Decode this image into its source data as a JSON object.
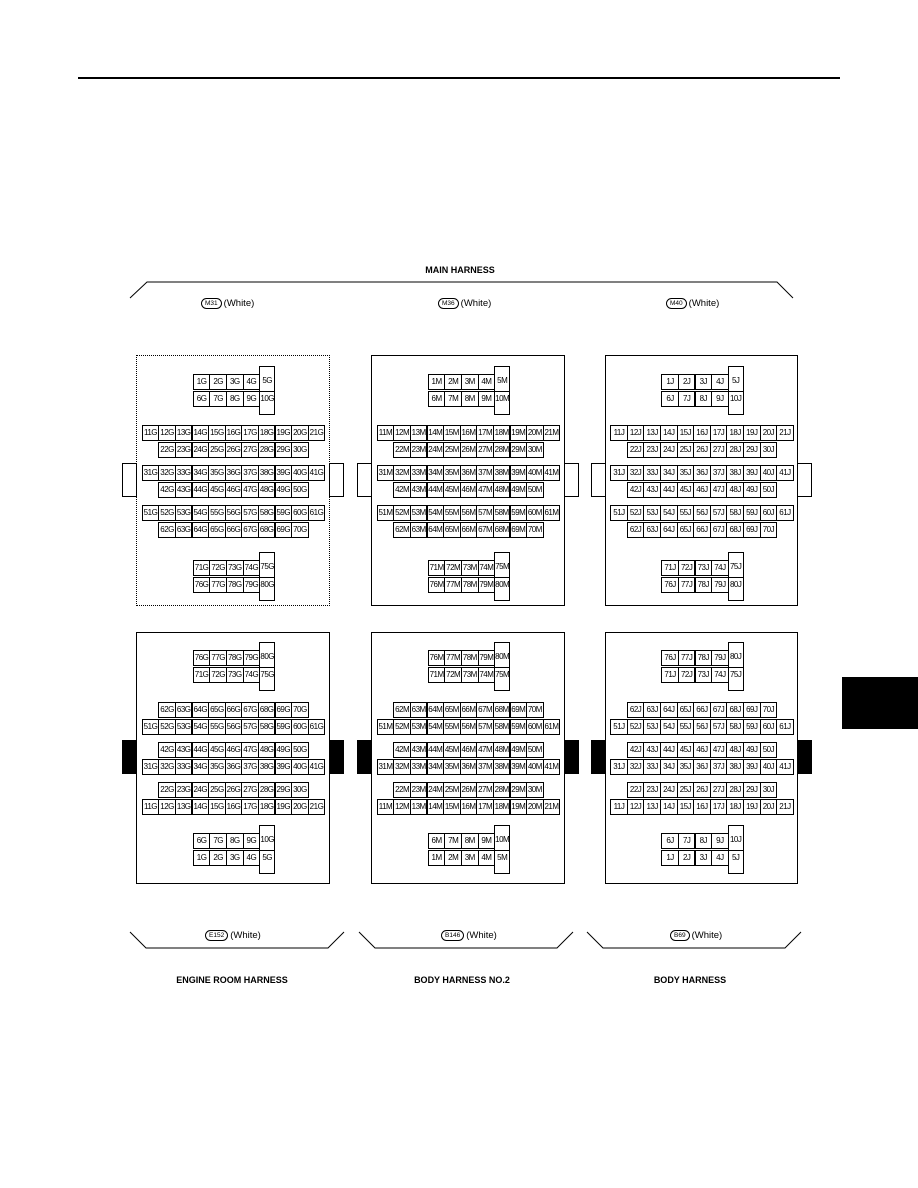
{
  "upper_harness": {
    "label": "MAIN HARNESS"
  },
  "lower_harnesses": [
    {
      "label": "ENGINE ROOM HARNESS"
    },
    {
      "label": "BODY HARNESS NO.2"
    },
    {
      "label": "BODY HARNESS"
    }
  ],
  "connectors": [
    {
      "id": "M31",
      "color_label": "(White)",
      "suffix": "G",
      "position": "top-left",
      "orientation": "mating"
    },
    {
      "id": "M36",
      "color_label": "(White)",
      "suffix": "M",
      "position": "top-center",
      "orientation": "mating"
    },
    {
      "id": "M40",
      "color_label": "(White)",
      "suffix": "J",
      "position": "top-right",
      "orientation": "mating"
    },
    {
      "id": "E152",
      "color_label": "(White)",
      "suffix": "G",
      "position": "bottom-left",
      "orientation": "flipped"
    },
    {
      "id": "B146",
      "color_label": "(White)",
      "suffix": "M",
      "position": "bottom-center",
      "orientation": "flipped"
    },
    {
      "id": "B69",
      "color_label": "(White)",
      "suffix": "J",
      "position": "bottom-right",
      "orientation": "flipped"
    }
  ],
  "terminal_layout": {
    "groups": [
      {
        "rows": [
          {
            "numbers": [
              1,
              2,
              3,
              4
            ],
            "keyed": 5
          },
          {
            "numbers": [
              6,
              7,
              8,
              9
            ],
            "keyed": 10
          }
        ]
      },
      {
        "rows": [
          {
            "numbers": [
              11,
              12,
              13,
              14,
              15,
              16,
              17,
              18,
              19,
              20,
              21
            ]
          },
          {
            "numbers": [
              22,
              23,
              24,
              25,
              26,
              27,
              28,
              29,
              30
            ]
          }
        ]
      },
      {
        "rows": [
          {
            "numbers": [
              31,
              32,
              33,
              34,
              35,
              36,
              37,
              38,
              39,
              40,
              41
            ]
          },
          {
            "numbers": [
              42,
              43,
              44,
              45,
              46,
              47,
              48,
              49,
              50
            ]
          }
        ]
      },
      {
        "rows": [
          {
            "numbers": [
              51,
              52,
              53,
              54,
              55,
              56,
              57,
              58,
              59,
              60,
              61
            ]
          },
          {
            "numbers": [
              62,
              63,
              64,
              65,
              66,
              67,
              68,
              69,
              70
            ]
          }
        ]
      },
      {
        "rows": [
          {
            "numbers": [
              71,
              72,
              73,
              74
            ],
            "keyed": 75
          },
          {
            "numbers": [
              76,
              77,
              78,
              79
            ],
            "keyed": 80
          }
        ]
      }
    ]
  },
  "colors": {
    "line": "#000000",
    "background": "#ffffff"
  }
}
